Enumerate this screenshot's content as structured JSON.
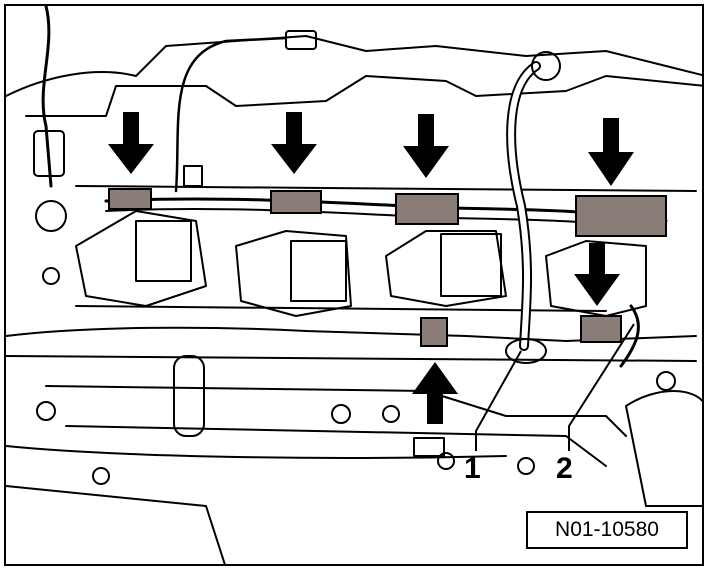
{
  "figure": {
    "reference_id": "N01-10580",
    "callouts": [
      {
        "label": "1"
      },
      {
        "label": "2"
      }
    ]
  },
  "colors": {
    "line": "#000000",
    "clip_fill": "#8a7d78",
    "arrow_fill": "#000000",
    "background": "#ffffff"
  }
}
